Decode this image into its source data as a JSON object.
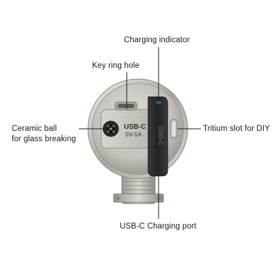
{
  "callouts": {
    "charging_indicator": "Charging indicator",
    "key_ring_hole": "Key ring hole",
    "ceramic_ball_line1": "Ceramic ball",
    "ceramic_ball_line2": "for glass breaking",
    "tritium_slot": "Tritium slot for DIY",
    "usbc_port": "USB-C Charging port"
  },
  "device_markings": {
    "line1": "USB-C",
    "line2": "5V-1A",
    "cap_text": "USB-C"
  },
  "colors": {
    "background": "#ffffff",
    "label_text": "#1a1a1a",
    "leader_line": "#1a1a1a",
    "metal": "#c8c6c1",
    "cover": "#2b2b2b",
    "indicator": "#2f4f9a"
  }
}
